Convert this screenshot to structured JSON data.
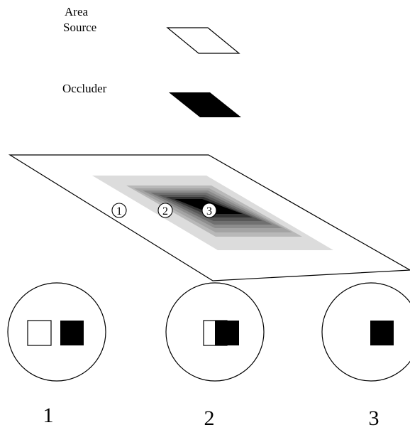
{
  "labels": {
    "area_source": [
      "Area",
      "Source"
    ],
    "occluder": "Occluder"
  },
  "regions": [
    {
      "marker": "1"
    },
    {
      "marker": "2"
    },
    {
      "marker": "3"
    }
  ],
  "views": [
    {
      "label": "1"
    },
    {
      "label": "2"
    },
    {
      "label": "3"
    }
  ],
  "colors": {
    "ink": "#000000",
    "paper": "#ffffff",
    "shadow_levels": [
      "#dcdcdc",
      "#b8b8b8",
      "#a3a3a3",
      "#8c8c8c",
      "#707070",
      "#575757",
      "#333333",
      "#000000"
    ]
  }
}
